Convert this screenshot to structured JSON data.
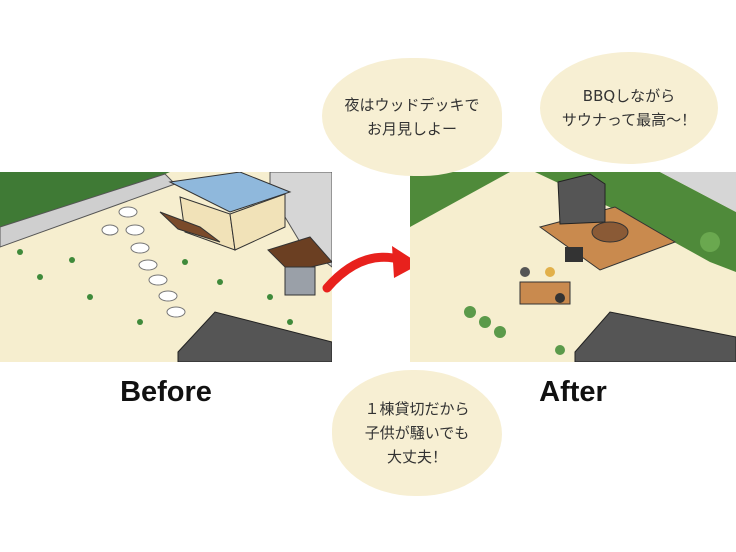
{
  "bubbles": {
    "deck": {
      "line1": "夜はウッドデッキで",
      "line2": "お月見しよー"
    },
    "bbq": {
      "line1": "BBQしながら",
      "line2": "サウナって最高〜！"
    },
    "kids": {
      "line1": "１棟貸切だから",
      "line2": "子供が騒いでも",
      "line3": "大丈夫！"
    }
  },
  "labels": {
    "before": "Before",
    "after": "After"
  },
  "colors": {
    "bubble": "#f7efd3",
    "ground": "#f6eecf",
    "arrow": "#e8211d",
    "bamboo": "#4f8a3a",
    "deck": "#c98a4e"
  }
}
